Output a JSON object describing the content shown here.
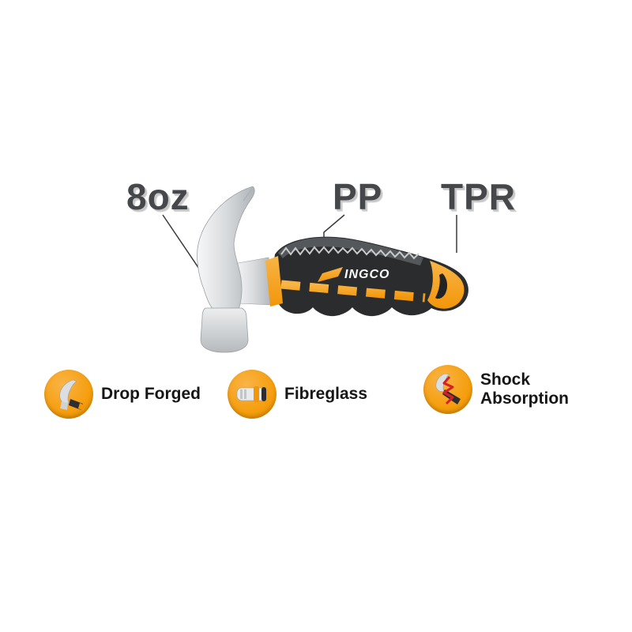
{
  "product": {
    "brand": "INGCO",
    "callouts": [
      {
        "id": "weight",
        "label": "8oz"
      },
      {
        "id": "pp",
        "label": "PP"
      },
      {
        "id": "tpr",
        "label": "TPR"
      }
    ],
    "features": [
      {
        "label": "Drop Forged",
        "icon": "claw-hammer-icon"
      },
      {
        "label": "Fibreglass",
        "icon": "fibreglass-core-icon"
      },
      {
        "label": "Shock Absorption",
        "icon": "shock-absorption-icon"
      }
    ]
  },
  "colors": {
    "accent_orange": "#F49E0B",
    "label_gray": "#45474a",
    "handle_black": "#2b2c2e",
    "steel_light": "#f6f7f8",
    "steel_dark": "#aeb3b7",
    "shock_red": "#d61f26"
  }
}
